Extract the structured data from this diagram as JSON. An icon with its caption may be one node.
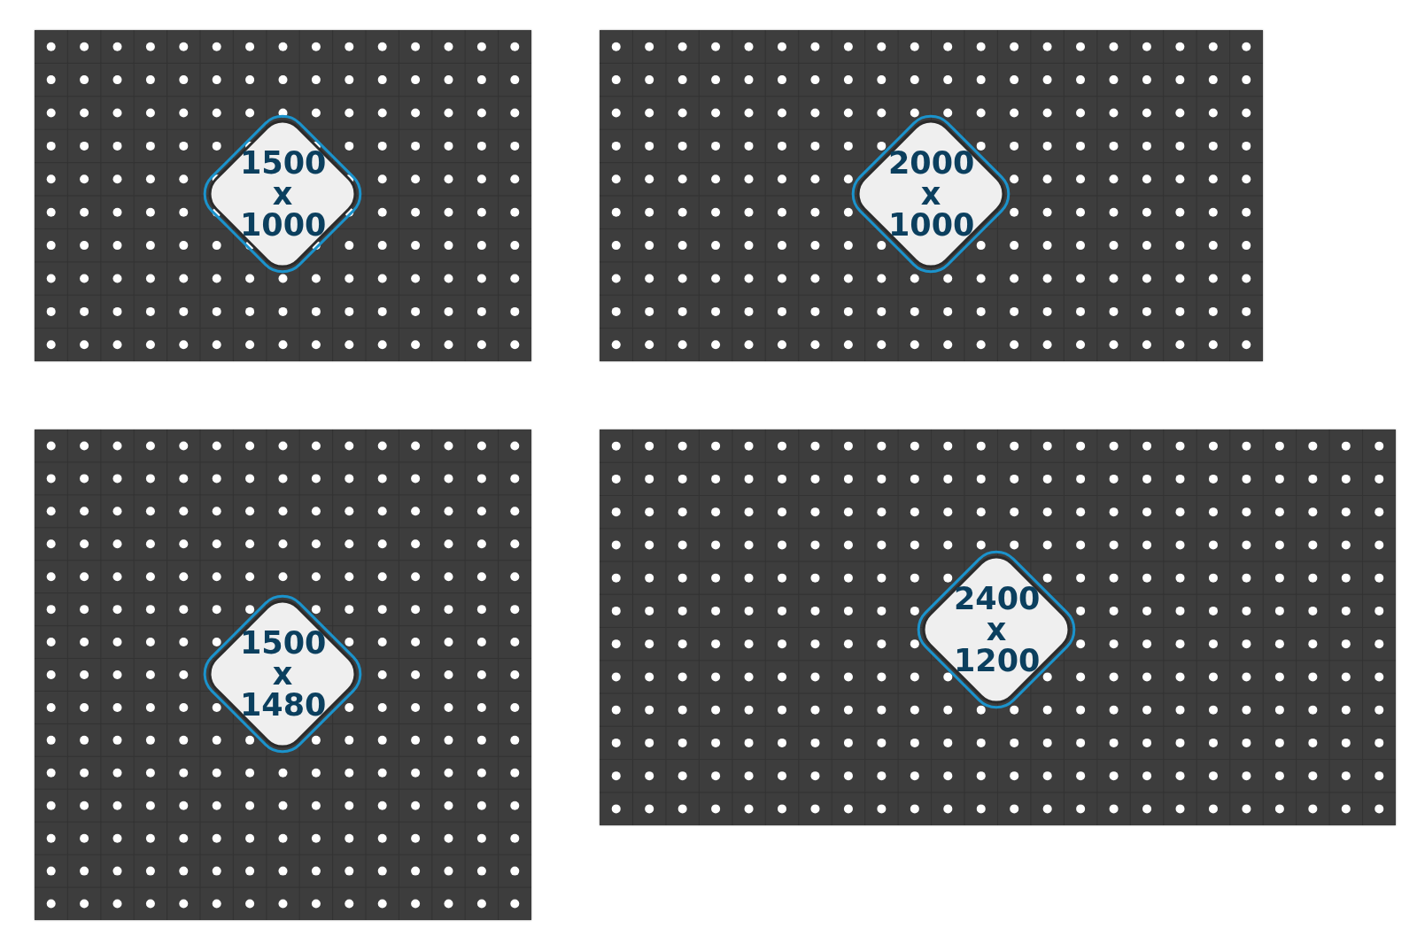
{
  "diagram": {
    "nodes": [
      {
        "text": [],
        "shape": "box"
      },
      {
        "text": [
          "1500 x 1000"
        ],
        "in": 0
      },
      {
        "text": [],
        "shape": "box"
      },
      {
        "text": [
          "2000 x 1000"
        ],
        "in": 2
      },
      {
        "text": [],
        "shape": "box"
      },
      {
        "text": [
          "1500 x 1480"
        ],
        "in": 4
      },
      {
        "text": [],
        "shape": "box"
      },
      {
        "text": [
          "2400 x 1200"
        ],
        "in": 6
      }
    ]
  }
}
